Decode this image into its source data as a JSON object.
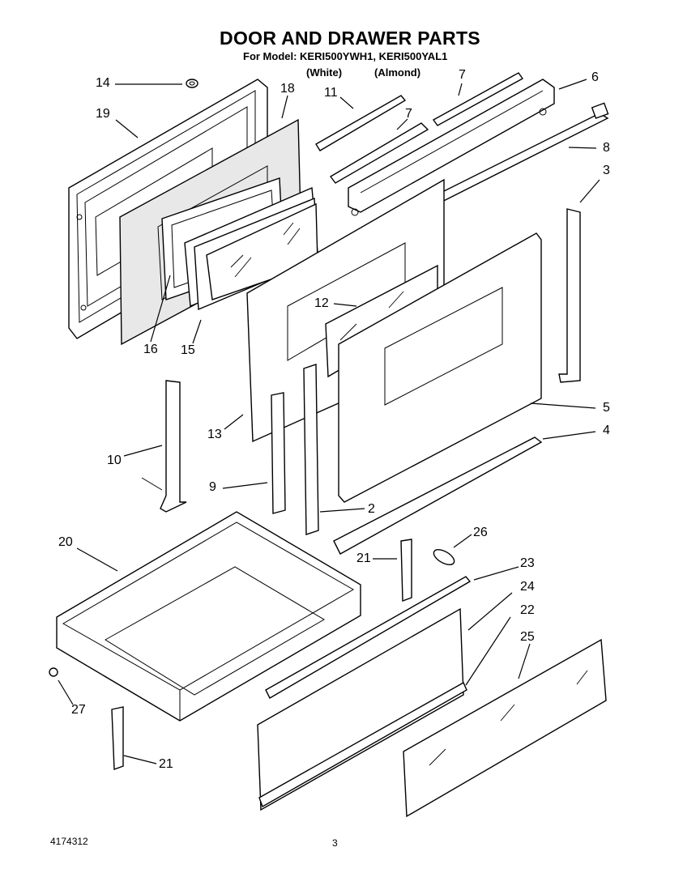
{
  "header": {
    "title": "DOOR AND DRAWER PARTS",
    "subtitle": "For Model: KERI500YWH1, KERI500YAL1",
    "variant_white": "(White)",
    "variant_almond": "(Almond)"
  },
  "callouts": {
    "c14": "14",
    "c19": "19",
    "c18": "18",
    "c11": "11",
    "c7a": "7",
    "c7b": "7",
    "c6": "6",
    "c8": "8",
    "c3": "3",
    "c12": "12",
    "c16": "16",
    "c15": "15",
    "c5": "5",
    "c4": "4",
    "c13": "13",
    "c10": "10",
    "c9": "9",
    "c2": "2",
    "c20": "20",
    "c26": "26",
    "c21a": "21",
    "c23": "23",
    "c24": "24",
    "c22": "22",
    "c25": "25",
    "c27": "27",
    "c21b": "21"
  },
  "footer": {
    "doc_number": "4174312",
    "page_number": "3"
  }
}
